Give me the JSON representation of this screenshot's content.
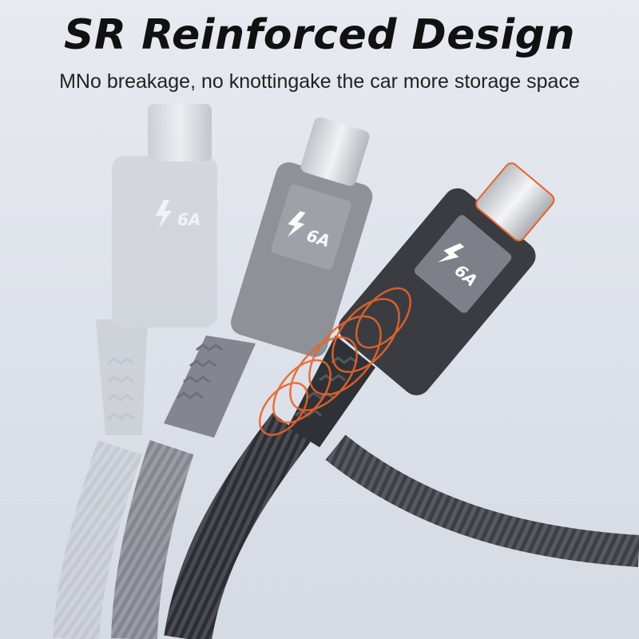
{
  "title": "SR Reinforced Design",
  "subtitle": "MNo breakage, no knottingake the car more storage space",
  "cables": [
    {
      "badge": "6A",
      "shade": "faded"
    },
    {
      "badge": "6A",
      "shade": "medium"
    },
    {
      "badge": "6A",
      "shade": "dark"
    }
  ],
  "colors": {
    "accent_rings": "#e8642a",
    "background": "#dfe3ea"
  }
}
